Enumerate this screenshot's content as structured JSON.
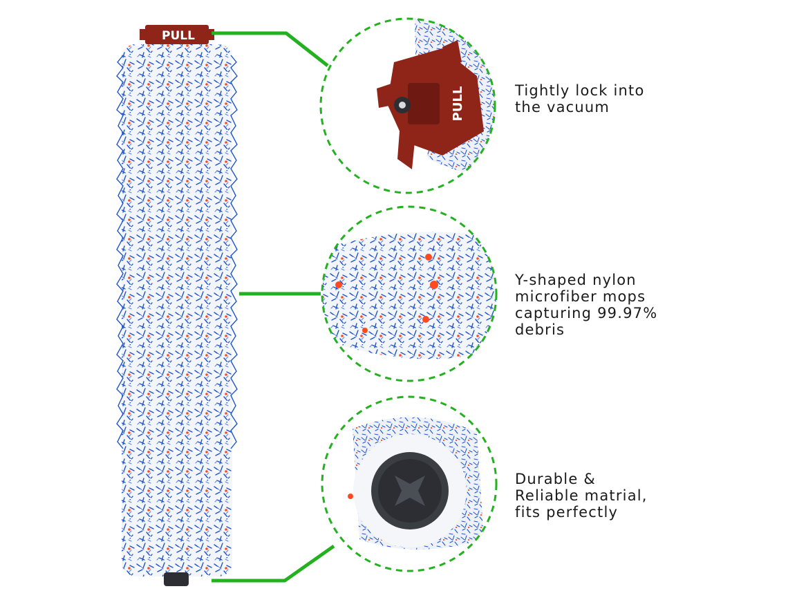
{
  "product": {
    "cap_label": "PULL"
  },
  "features": [
    {
      "label": "Tightly lock into\nthe vacuum",
      "icon": "pull-cap-closeup"
    },
    {
      "label": "Y-shaped nylon\nmicrofiber mops\ncapturing 99.97%\ndebris",
      "icon": "bristle-closeup"
    },
    {
      "label": "Durable &\nReliable matrial,\nfits perfectly",
      "icon": "core-end-closeup"
    }
  ],
  "colors": {
    "connector_green": "#23b11f",
    "bristle_white": "#eef2f7",
    "bristle_blue": "#1f55c9",
    "bristle_red": "#ff4a1f",
    "cap_maroon": "#8f2419",
    "core_dark": "#3a3d42"
  }
}
